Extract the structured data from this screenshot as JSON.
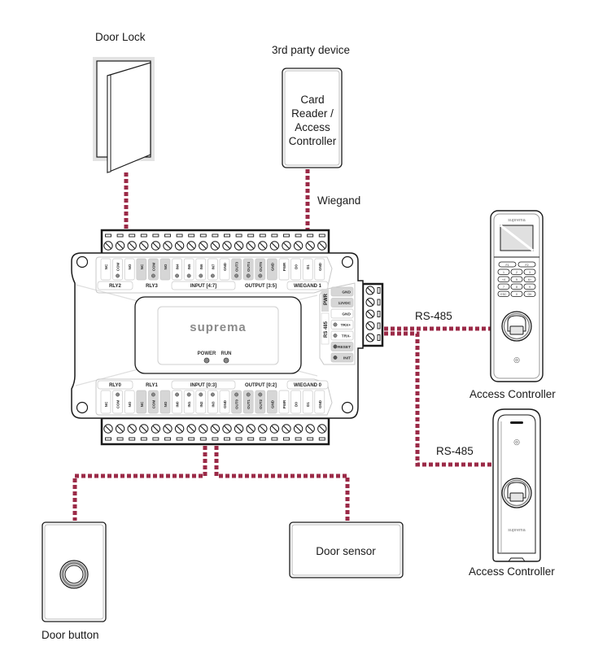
{
  "colors": {
    "wire": "#9b2a47",
    "outline": "#1a1a1a",
    "panel_gray": "#d9d9d9",
    "text": "#1a1a1a"
  },
  "labels": {
    "door_lock": "Door Lock",
    "third_party_device": "3rd party device",
    "card_reader": [
      "Card",
      "Reader /",
      "Access",
      "Controller"
    ],
    "wiegand": "Wiegand",
    "rs485_top": "RS-485",
    "rs485_bottom": "RS-485",
    "access_controller_top": "Access Controller",
    "access_controller_bottom": "Access Controller",
    "door_sensor": "Door sensor",
    "door_button": "Door button"
  },
  "controller": {
    "brand": "suprema",
    "leds": [
      "POWER",
      "RUN"
    ],
    "top_pins": [
      "NC",
      "COM",
      "NO",
      "NC",
      "COM",
      "NO",
      "IN4",
      "IN5",
      "IN6",
      "IN7",
      "GND",
      "OUT3",
      "OUT4",
      "OUT5",
      "GND",
      "PWR",
      "D0",
      "D1",
      "GND"
    ],
    "top_groups": [
      "RLY2",
      "RLY3",
      "INPUT [4:7]",
      "OUTPUT [3:5]",
      "WIEGAND 1"
    ],
    "bottom_pins": [
      "NC",
      "COM",
      "NO",
      "NC",
      "COM",
      "NO",
      "IN0",
      "IN1",
      "IN2",
      "IN3",
      "GND",
      "OUT0",
      "OUT1",
      "OUT2",
      "GND",
      "PWR",
      "D0",
      "D1",
      "GND"
    ],
    "bottom_groups": [
      "RLY0",
      "RLY1",
      "INPUT [0:3]",
      "OUTPUT [0:2]",
      "WIEGAND 0"
    ],
    "side_pins": [
      "GND",
      "12VDC",
      "GND",
      "TRX+",
      "TRX-",
      "RESET",
      "INIT"
    ],
    "side_groups": [
      "PWR",
      "RS 485"
    ]
  },
  "access_controller_1": {
    "brand": "suprema",
    "keys": [
      "F1",
      "F2",
      "1",
      "2",
      "3",
      "<4",
      "5",
      "6>",
      "7",
      "8",
      "9",
      "ESC",
      "0",
      "OK"
    ]
  },
  "access_controller_2": {
    "brand": "suprema"
  }
}
